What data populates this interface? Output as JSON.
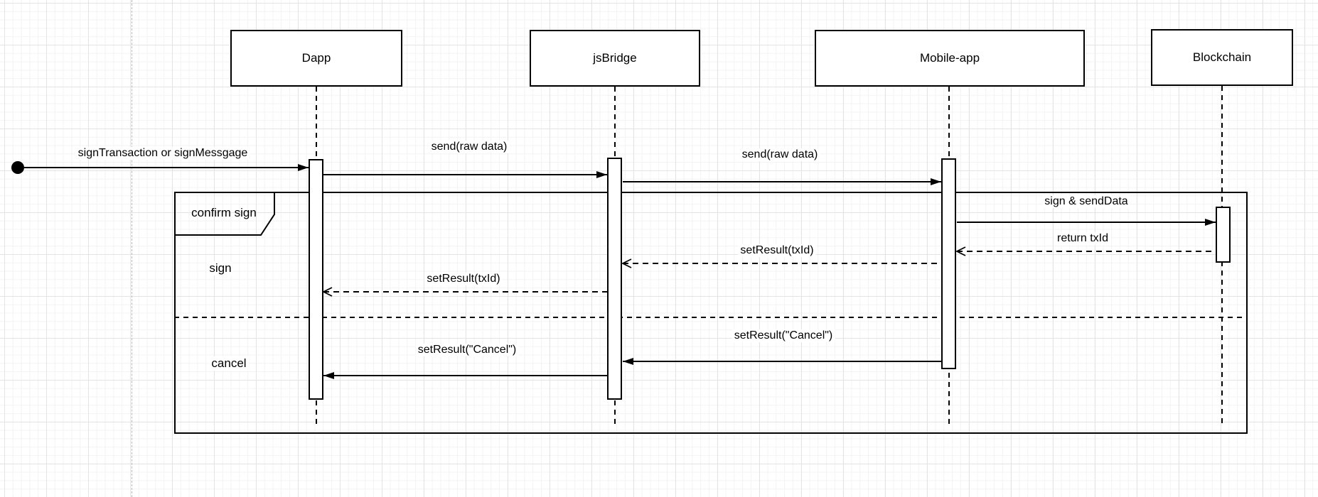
{
  "diagram": {
    "type": "uml-sequence",
    "actors": [
      {
        "name": "Dapp"
      },
      {
        "name": "jsBridge"
      },
      {
        "name": "Mobile-app"
      },
      {
        "name": "Blockchain"
      }
    ],
    "frame": {
      "label": "confirm sign",
      "sections": [
        {
          "label": "sign"
        },
        {
          "label": "cancel"
        }
      ]
    },
    "messages": [
      {
        "from": "start",
        "to": "Dapp",
        "label": "signTransaction or signMessgage",
        "style": "solid"
      },
      {
        "from": "Dapp",
        "to": "jsBridge",
        "label": "send(raw data)",
        "style": "solid"
      },
      {
        "from": "jsBridge",
        "to": "Mobile-app",
        "label": "send(raw data)",
        "style": "solid"
      },
      {
        "from": "Mobile-app",
        "to": "Blockchain",
        "label": "sign & sendData",
        "style": "solid"
      },
      {
        "from": "Blockchain",
        "to": "Mobile-app",
        "label": "return txId",
        "style": "dashed"
      },
      {
        "from": "Mobile-app",
        "to": "jsBridge",
        "label": "setResult(txId)",
        "style": "dashed"
      },
      {
        "from": "jsBridge",
        "to": "Dapp",
        "label": "setResult(txId)",
        "style": "dashed"
      },
      {
        "from": "Mobile-app",
        "to": "jsBridge",
        "label": "setResult(\"Cancel\")",
        "style": "solid"
      },
      {
        "from": "jsBridge",
        "to": "Dapp",
        "label": "setResult(\"Cancel\")",
        "style": "solid"
      }
    ],
    "colors": {
      "stroke": "#000000",
      "fill": "#ffffff",
      "grid_minor": "#f3f3f3",
      "grid_major": "#e4e4e4",
      "page_boundary": "#b9b9b9"
    }
  }
}
